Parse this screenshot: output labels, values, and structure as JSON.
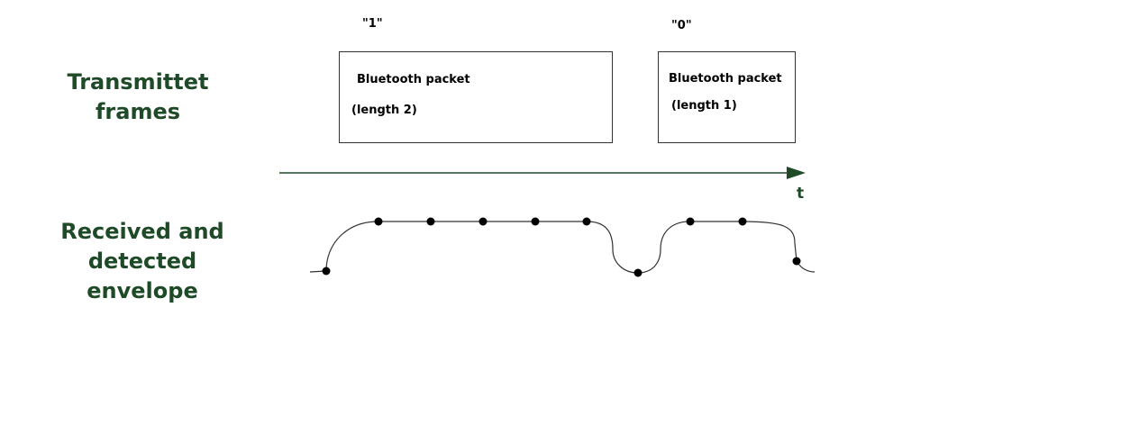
{
  "transmitted": {
    "label_line1": "Transmittet",
    "label_line2": "frames"
  },
  "received": {
    "label_line1": "Received and detected",
    "label_line2": "envelope"
  },
  "packets": [
    {
      "bit": "\"1\"",
      "name": "Bluetooth packet",
      "length": "(length 2)"
    },
    {
      "bit": "\"0\"",
      "name": "Bluetooth packet",
      "length": "(length 1)"
    }
  ],
  "time_axis": {
    "label": "t"
  },
  "colors": {
    "label_green": "#1e4a27",
    "arrow_green": "#1e4a27",
    "curve": "#333333",
    "dot": "#000000"
  }
}
